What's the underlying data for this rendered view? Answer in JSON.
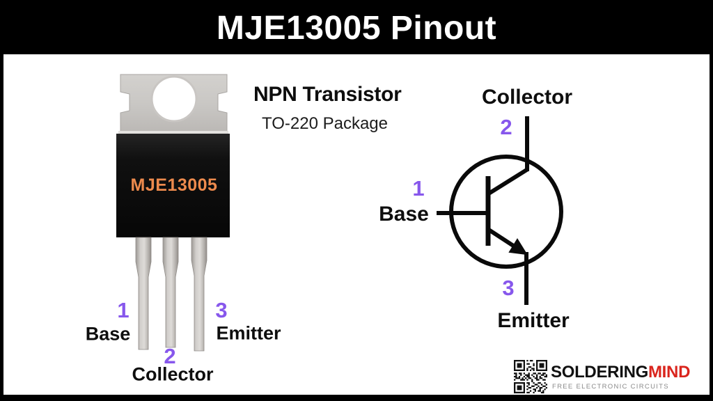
{
  "header": {
    "title": "MJE13005 Pinout"
  },
  "subject": {
    "type_label": "NPN Transistor",
    "package_label": "TO-220 Package",
    "part_number": "MJE13005"
  },
  "photo_pins": [
    {
      "number": "1",
      "name": "Base"
    },
    {
      "number": "2",
      "name": "Collector"
    },
    {
      "number": "3",
      "name": "Emitter"
    }
  ],
  "schematic_pins": {
    "collector": {
      "number": "2",
      "name": "Collector"
    },
    "base": {
      "number": "1",
      "name": "Base"
    },
    "emitter": {
      "number": "3",
      "name": "Emitter"
    }
  },
  "branding": {
    "name_primary": "SOLDERING",
    "name_secondary": "MIND",
    "tagline": "FREE ELECTRONIC CIRCUITS"
  },
  "colors": {
    "accent_purple": "#8757ec",
    "part_number_orange": "#ed8a4d",
    "brand_red": "#da251d",
    "header_bg": "#000000",
    "content_bg": "#ffffff"
  }
}
